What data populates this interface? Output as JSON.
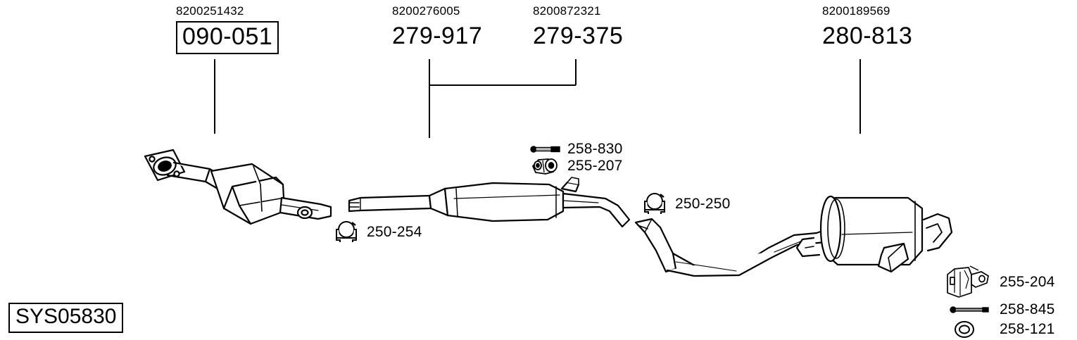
{
  "diagram": {
    "type": "exhaust-system-parts-diagram",
    "system_code": "SYS05830",
    "main_parts": [
      {
        "oem": "8200251432",
        "ref": "090-051",
        "boxed": true,
        "component": "catalytic-converter"
      },
      {
        "oem": "8200276005",
        "ref": "279-917",
        "boxed": false,
        "component": "centre-silencer"
      },
      {
        "oem": "8200872321",
        "ref": "279-375",
        "boxed": false,
        "component": "connecting-pipe"
      },
      {
        "oem": "8200189569",
        "ref": "280-813",
        "boxed": false,
        "component": "rear-silencer"
      }
    ],
    "hardware": [
      {
        "ref": "250-254",
        "icon": "u-bolt-clamp-icon"
      },
      {
        "ref": "258-830",
        "icon": "bolt-icon"
      },
      {
        "ref": "255-207",
        "icon": "rubber-mount-icon"
      },
      {
        "ref": "250-250",
        "icon": "u-bolt-clamp-icon"
      },
      {
        "ref": "255-204",
        "icon": "hanger-bracket-icon"
      },
      {
        "ref": "258-845",
        "icon": "bolt-icon"
      },
      {
        "ref": "258-121",
        "icon": "washer-ring-icon"
      }
    ]
  }
}
